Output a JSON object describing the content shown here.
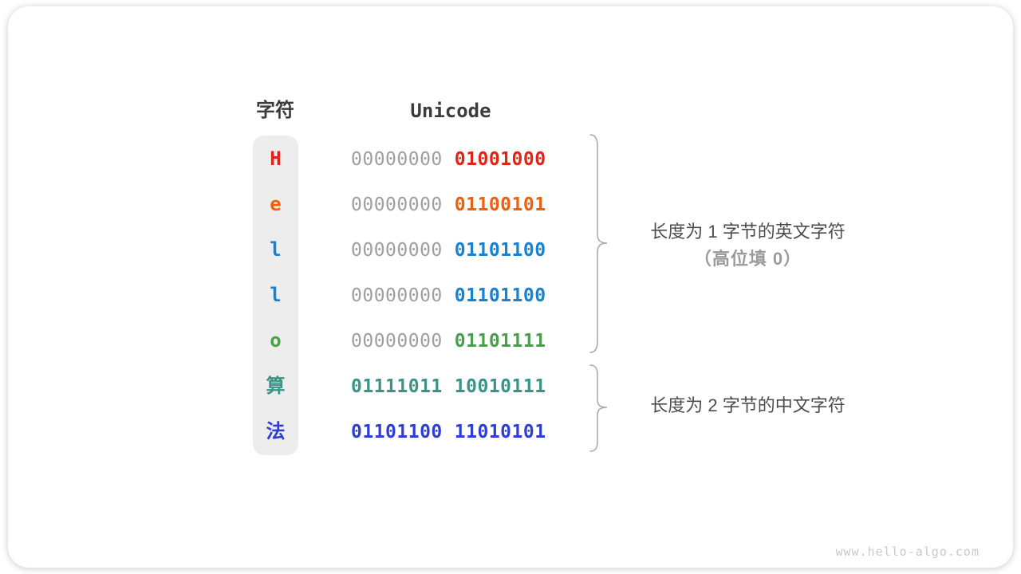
{
  "figure": {
    "headers": {
      "char": "字符",
      "unicode": "Unicode"
    },
    "rows": [
      {
        "char": "H",
        "byte1": "00000000",
        "byte2": "01001000",
        "char_color": "#e02417",
        "byte1_color": "#9e9e9e",
        "byte2_color": "#e02417"
      },
      {
        "char": "e",
        "byte1": "00000000",
        "byte2": "01100101",
        "char_color": "#ee5f0e",
        "byte1_color": "#9e9e9e",
        "byte2_color": "#ee5f0e"
      },
      {
        "char": "l",
        "byte1": "00000000",
        "byte2": "01101100",
        "char_color": "#1781d2",
        "byte1_color": "#9e9e9e",
        "byte2_color": "#1781d2"
      },
      {
        "char": "l",
        "byte1": "00000000",
        "byte2": "01101100",
        "char_color": "#1781d2",
        "byte1_color": "#9e9e9e",
        "byte2_color": "#1781d2"
      },
      {
        "char": "o",
        "byte1": "00000000",
        "byte2": "01101111",
        "char_color": "#4a9e4e",
        "byte1_color": "#9e9e9e",
        "byte2_color": "#4a9e4e"
      },
      {
        "char": "算",
        "byte1": "01111011",
        "byte2": "10010111",
        "char_color": "#399486",
        "byte1_color": "#399486",
        "byte2_color": "#399486"
      },
      {
        "char": "法",
        "byte1": "01101100",
        "byte2": "11010101",
        "char_color": "#2e3dd3",
        "byte1_color": "#2e3dd3",
        "byte2_color": "#2e3dd3"
      }
    ],
    "annotations": {
      "one_byte_line1": "长度为 1 字节的英文字符",
      "one_byte_line2": "（高位填 0）",
      "two_byte_line1": "长度为 2 字节的中文字符"
    },
    "watermark": "www.hello-algo.com",
    "colors": {
      "gray_byte": "#9e9e9e",
      "header_text": "#3b3b3b",
      "brace": "#ababab",
      "char_column_bg": "#ededed"
    }
  }
}
